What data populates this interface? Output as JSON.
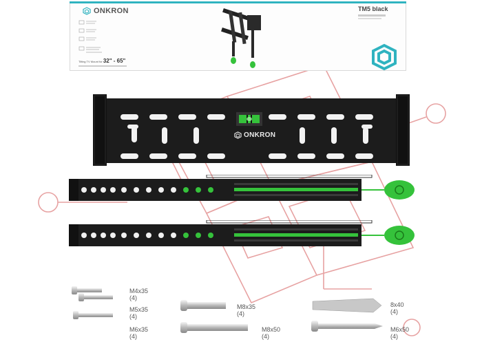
{
  "box": {
    "brand": "ONKRON",
    "model": "TM5 black",
    "tagline_prefix": "Tilting TV Mount for",
    "tagline_size": "32\" - 65\""
  },
  "plate": {
    "brand": "ONKRON"
  },
  "hardware": [
    {
      "name": "M4x35",
      "qty": "(4)"
    },
    {
      "name": "M5x35",
      "qty": "(4)"
    },
    {
      "name": "M6x35",
      "qty": "(4)"
    },
    {
      "name": "M8x35",
      "qty": "(4)"
    },
    {
      "name": "M8x50",
      "qty": "(4)"
    },
    {
      "name": "8x40",
      "qty": "(4)"
    },
    {
      "name": "M6x50",
      "qty": "(4)"
    }
  ],
  "colors": {
    "accent_teal": "#2fb3c0",
    "level_green": "#35c23b",
    "metal_black": "#1c1c1c",
    "watermark_red": "#e8a0a0"
  }
}
